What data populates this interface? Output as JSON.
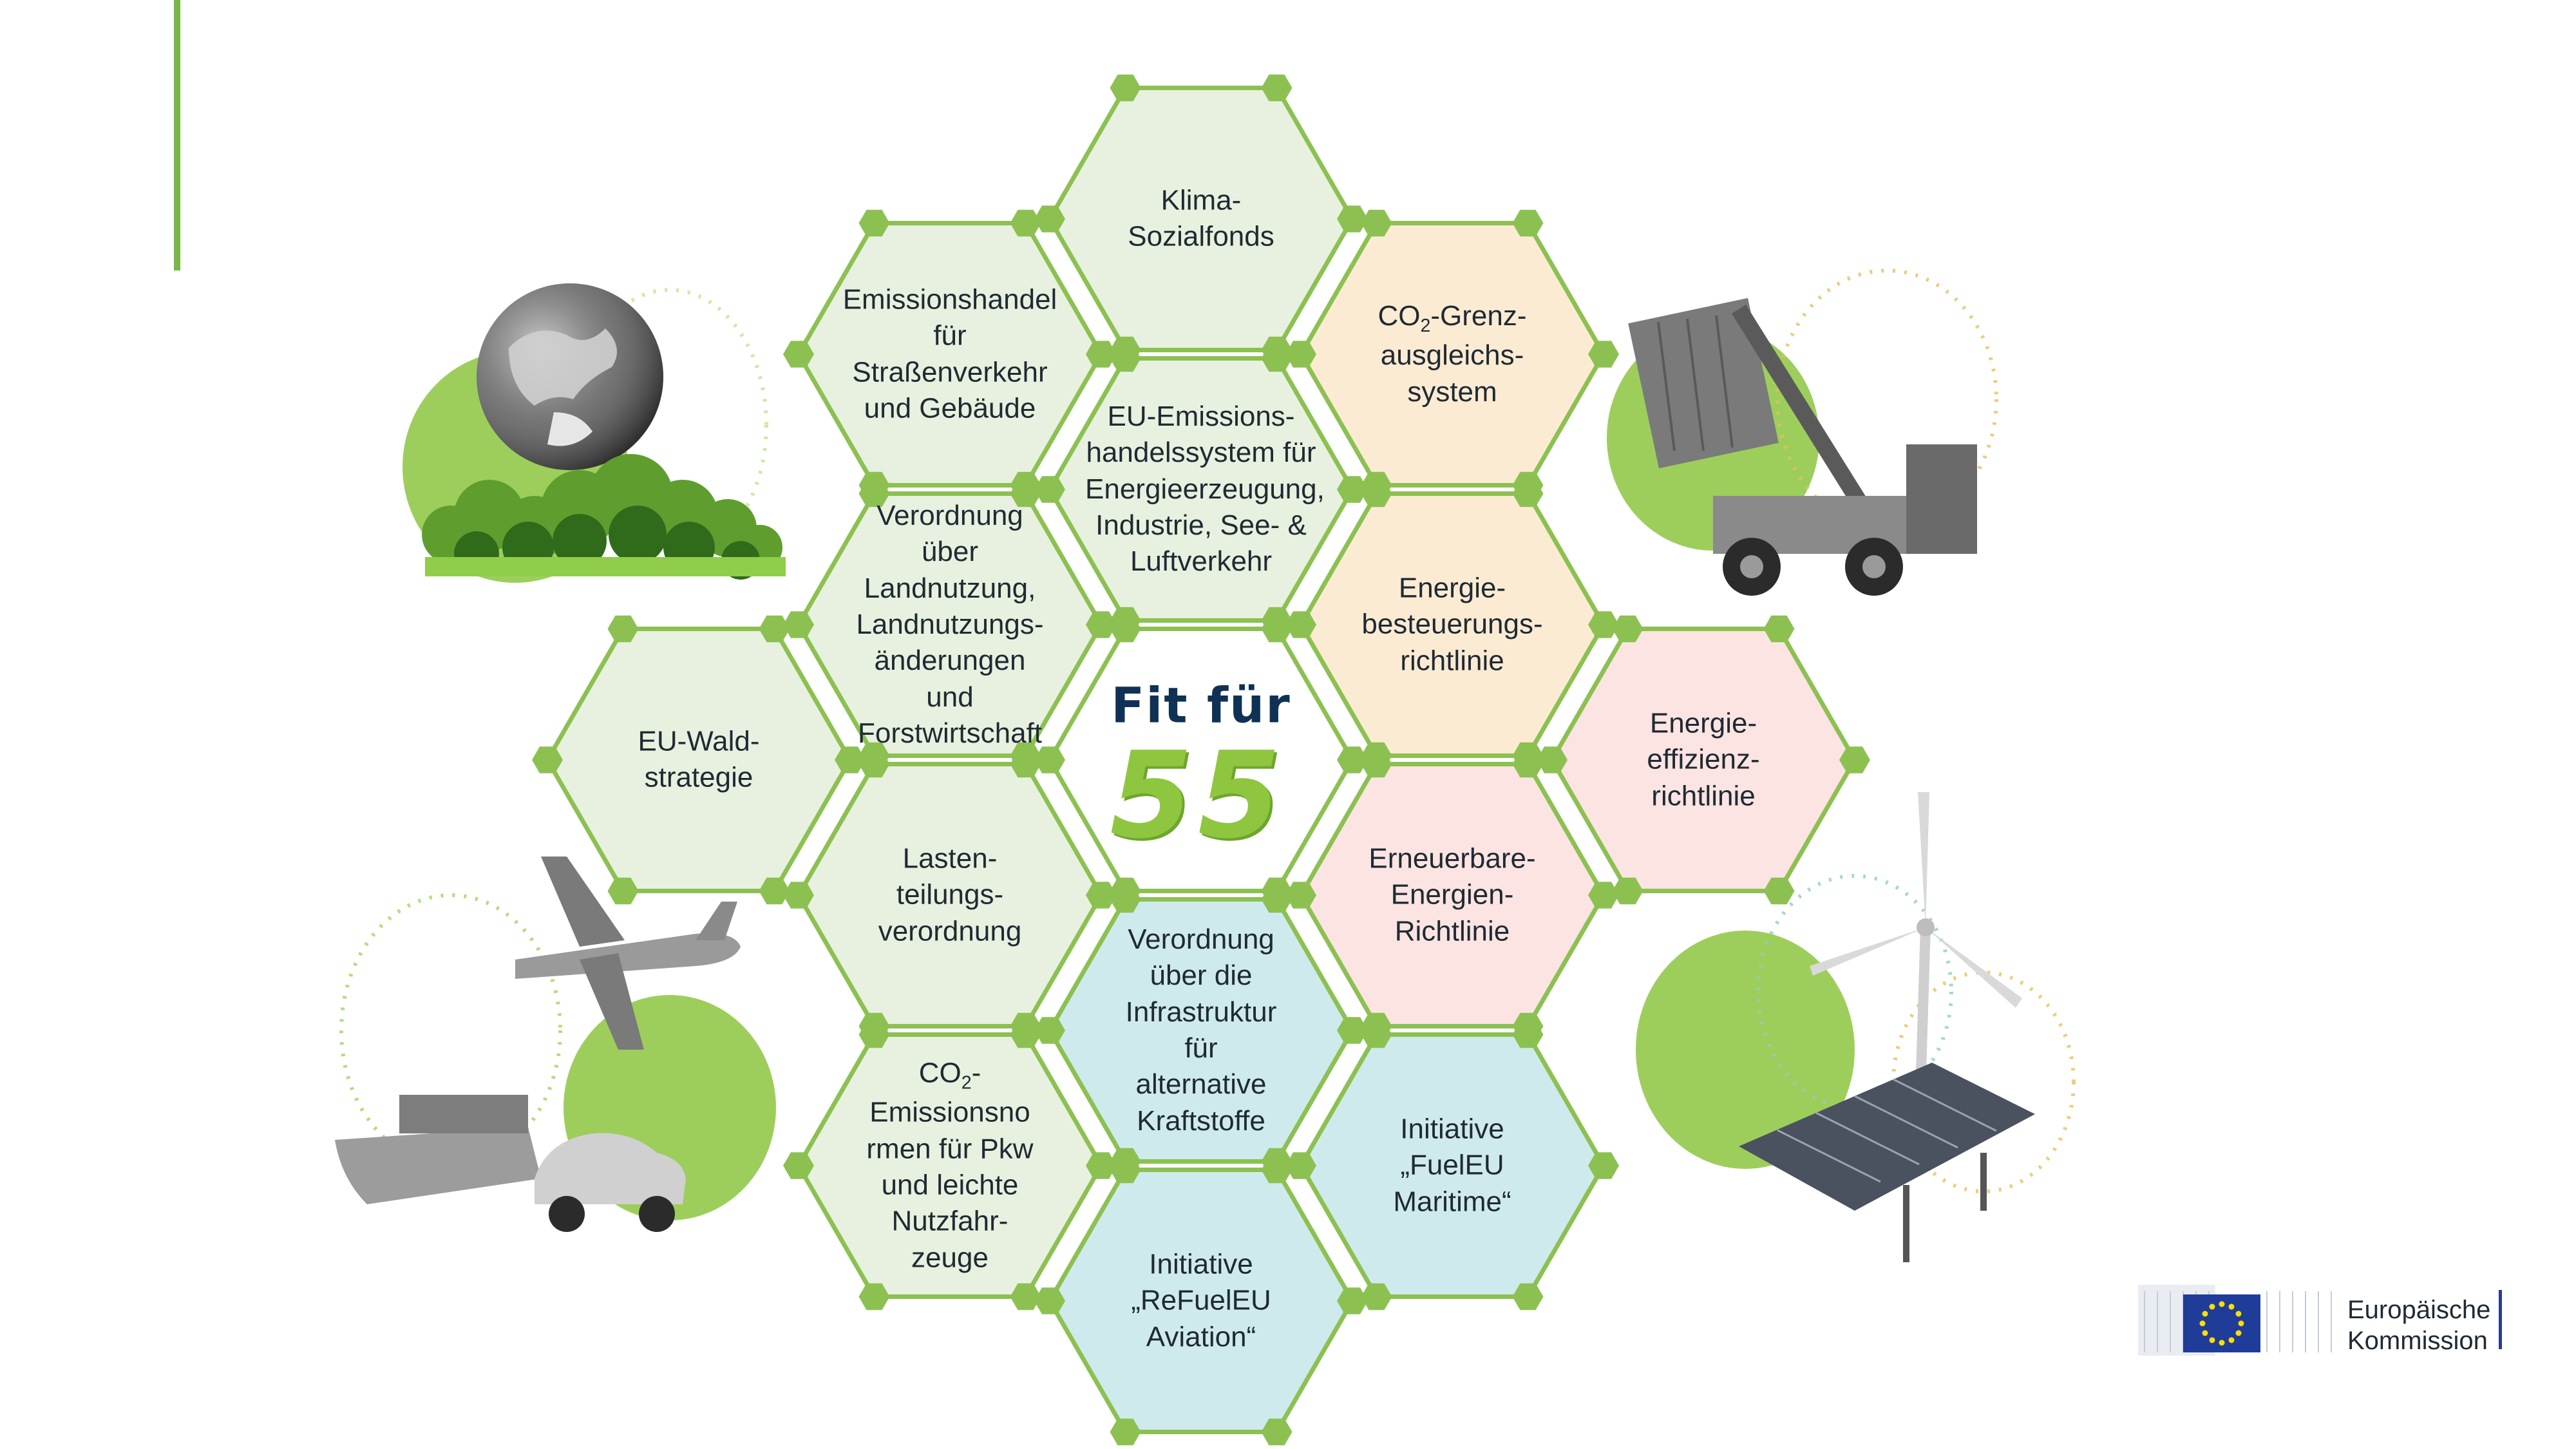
{
  "center": {
    "title": "Fit für",
    "number": "55"
  },
  "logo": {
    "line1": "Europäische",
    "line2": "Kommission"
  },
  "colors": {
    "hex_green": "#e8f1df",
    "hex_orange": "#fcebd3",
    "hex_pink": "#fbe4e2",
    "hex_blue": "#cfeaec",
    "hex_white": "#ffffff",
    "hex_stroke": "#8cc152",
    "connector": "#8cc152",
    "accent": "#7ab648",
    "title_navy": "#0f3153"
  },
  "hexagons": [
    {
      "id": "klima-sozialfonds",
      "label": "Klima-\nSozialfonds",
      "fill": "green"
    },
    {
      "id": "emissionshandel-strassenverkehr",
      "label": "Emissionshandel\nfür Straßenverkehr\nund Gebäude",
      "fill": "green"
    },
    {
      "id": "co2-grenzausgleich",
      "label_pre": "CO",
      "label_sub": "2",
      "label_post": "-Grenz-\nausgleichs-\nsystem",
      "fill": "orange"
    },
    {
      "id": "eu-ets",
      "label": "EU-Emissions-\nhandelssystem für\nEnergieerzeugung,\nIndustrie, See- &\nLuftverkehr",
      "fill": "green"
    },
    {
      "id": "lulucf",
      "label": "Verordnung\nüber\nLandnutzung,\nLandnutzungs-\nänderungen\nund\nForstwirtschaft",
      "fill": "green"
    },
    {
      "id": "energiebesteuerung",
      "label": "Energie-\nbesteuerungs-\nrichtlinie",
      "fill": "orange"
    },
    {
      "id": "eu-waldstrategie",
      "label": "EU-Wald-\nstrategie",
      "fill": "green"
    },
    {
      "id": "energieeffizienz",
      "label": "Energie-\neffizienz-\nrichtlinie",
      "fill": "pink"
    },
    {
      "id": "lastenteilung",
      "label": "Lasten-\nteilungs-\nverordnung",
      "fill": "green"
    },
    {
      "id": "erneuerbare",
      "label": "Erneuerbare-\nEnergien-\nRichtlinie",
      "fill": "pink"
    },
    {
      "id": "afir",
      "label": "Verordnung\nüber die\nInfrastruktur\nfür\nalternative\nKraftstoffe",
      "fill": "blue"
    },
    {
      "id": "co2-pkw",
      "label_pre": "CO",
      "label_sub": "2",
      "label_post": "-\nEmissionsno\nrmen für Pkw\nund leichte\nNutzfahr-\nzeuge",
      "fill": "green"
    },
    {
      "id": "fueleu-maritime",
      "label": "Initiative\n„FuelEU\nMaritime“",
      "fill": "blue"
    },
    {
      "id": "refueleu-aviation",
      "label": "Initiative\n„ReFuelEU\nAviation“",
      "fill": "blue"
    }
  ],
  "illustrations": [
    {
      "id": "earth-forest",
      "subject": "earth-icon"
    },
    {
      "id": "container-crane",
      "subject": "crane-icon"
    },
    {
      "id": "transport",
      "subject": "airplane-ship-car-icon"
    },
    {
      "id": "renewables",
      "subject": "wind-solar-icon"
    }
  ]
}
